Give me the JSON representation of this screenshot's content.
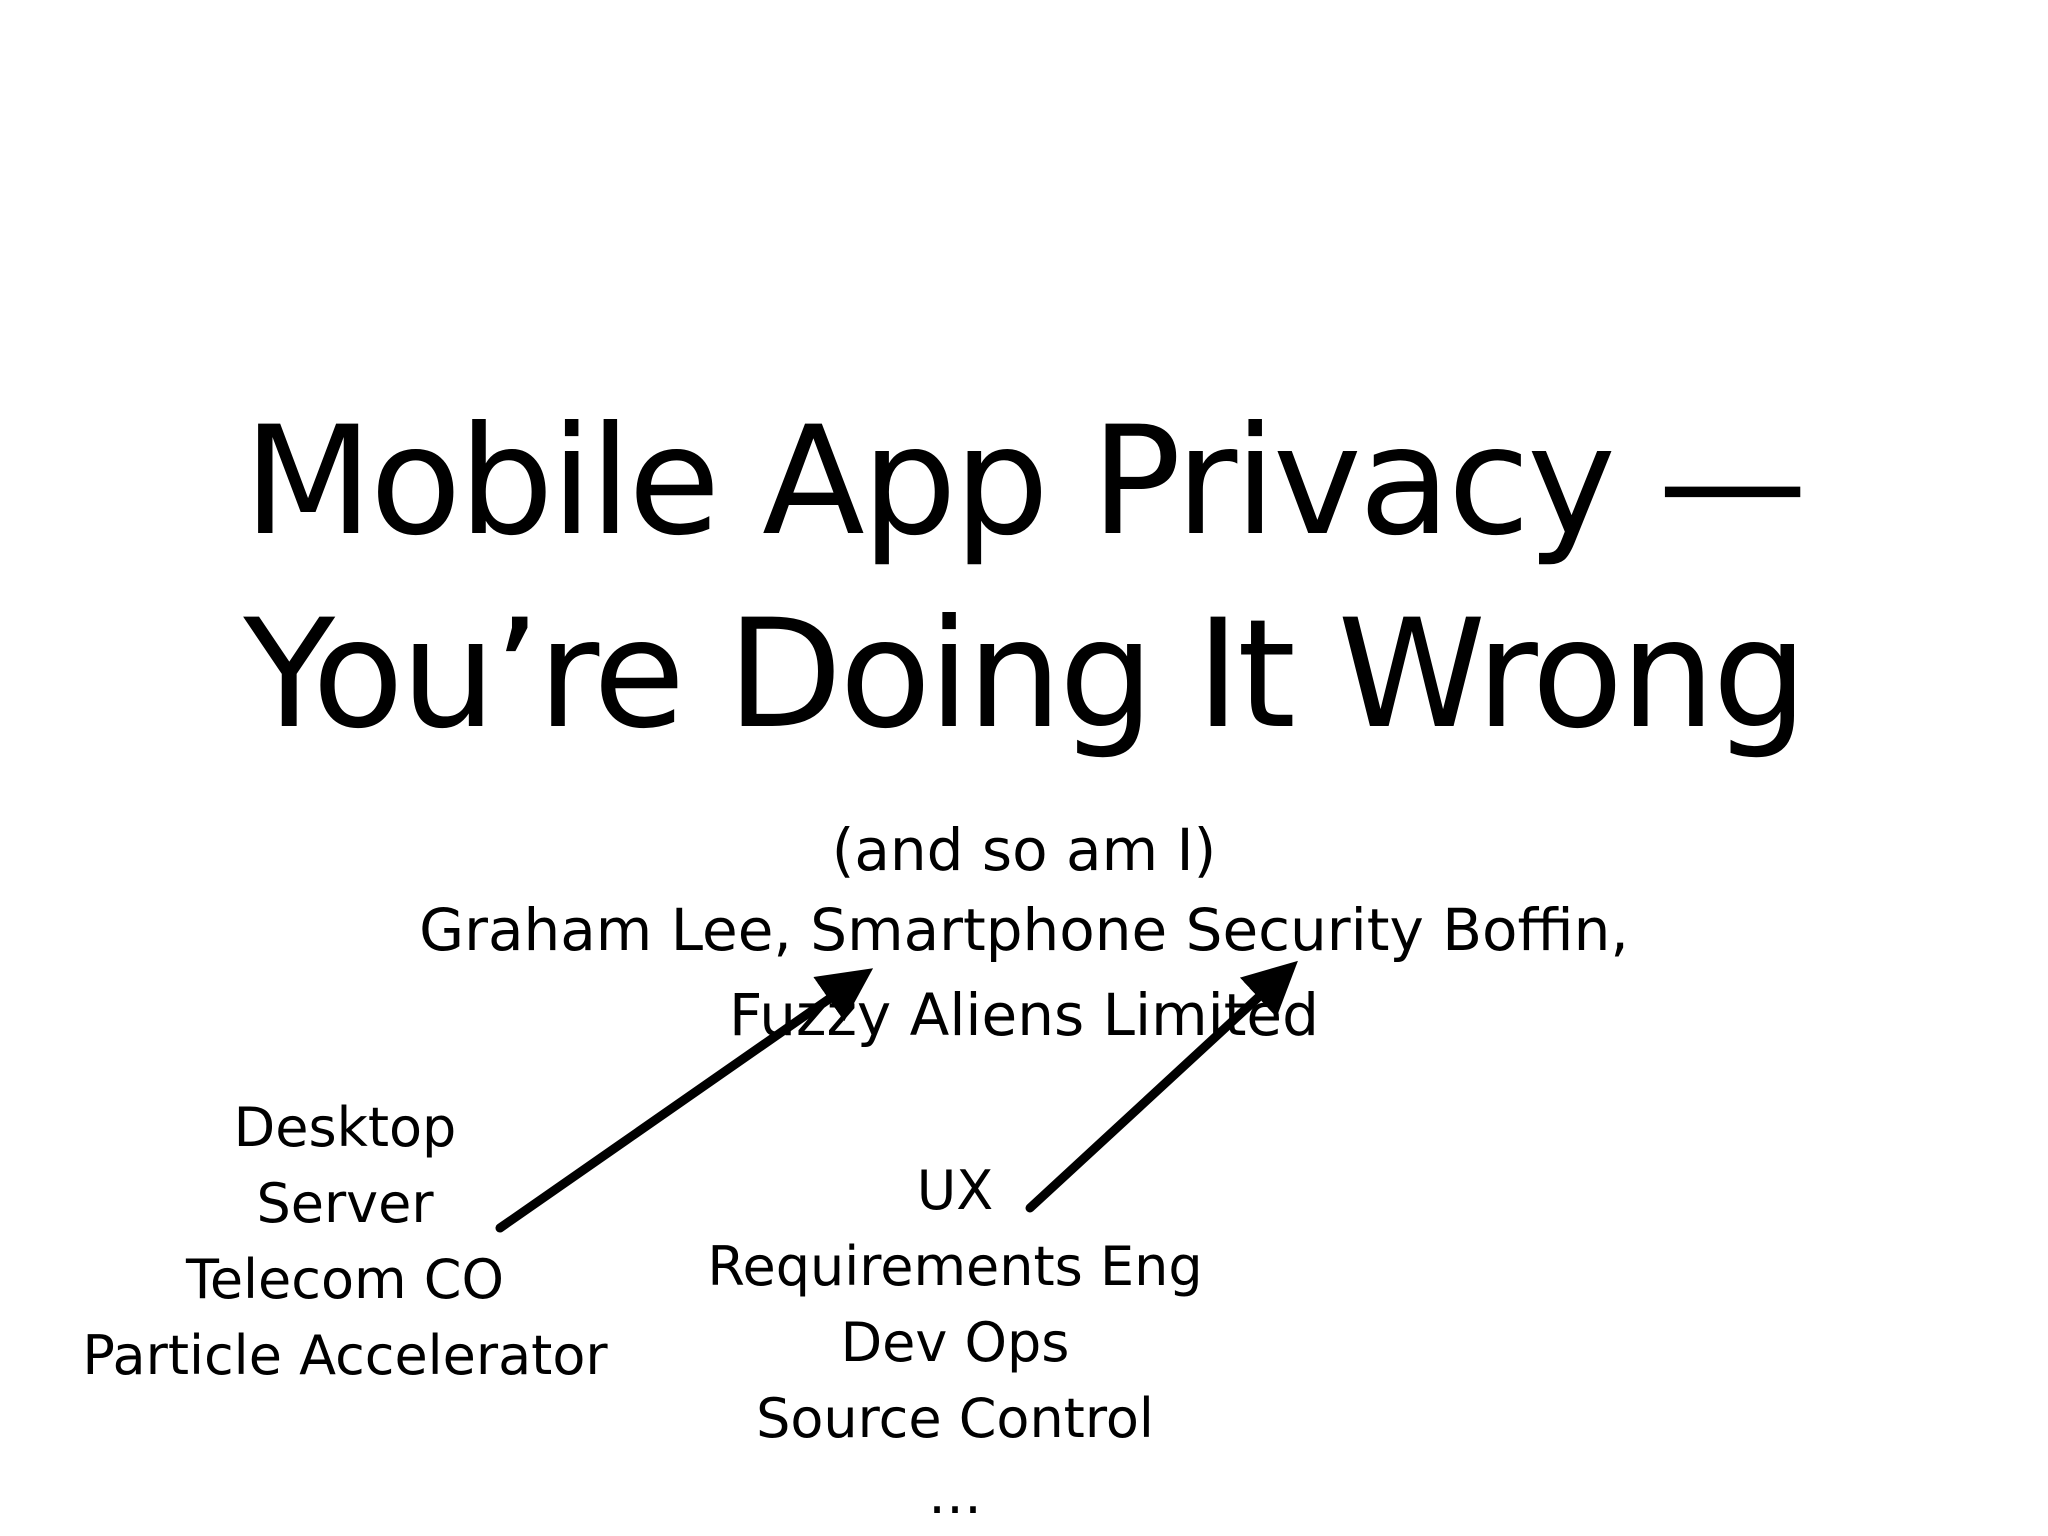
{
  "slide": {
    "title_line_1": "Mobile App Privacy —",
    "title_line_2": "You’re Doing It Wrong",
    "subtitle": "(and so am I)",
    "author_line": "Graham Lee, Smartphone Security Boffin,",
    "company_line": "Fuzzy Aliens Limited"
  },
  "left_list": {
    "items": [
      "Desktop",
      "Server",
      "Telecom CO",
      "Particle Accelerator"
    ]
  },
  "middle_list": {
    "items": [
      "UX",
      "Requirements Eng",
      "Dev Ops",
      "Source Control",
      "…"
    ]
  },
  "colors": {
    "background": "#ffffff",
    "text": "#000000",
    "arrow": "#000000"
  },
  "icons": {
    "arrow_left": "arrow-up-right-icon",
    "arrow_middle": "arrow-up-right-icon"
  }
}
